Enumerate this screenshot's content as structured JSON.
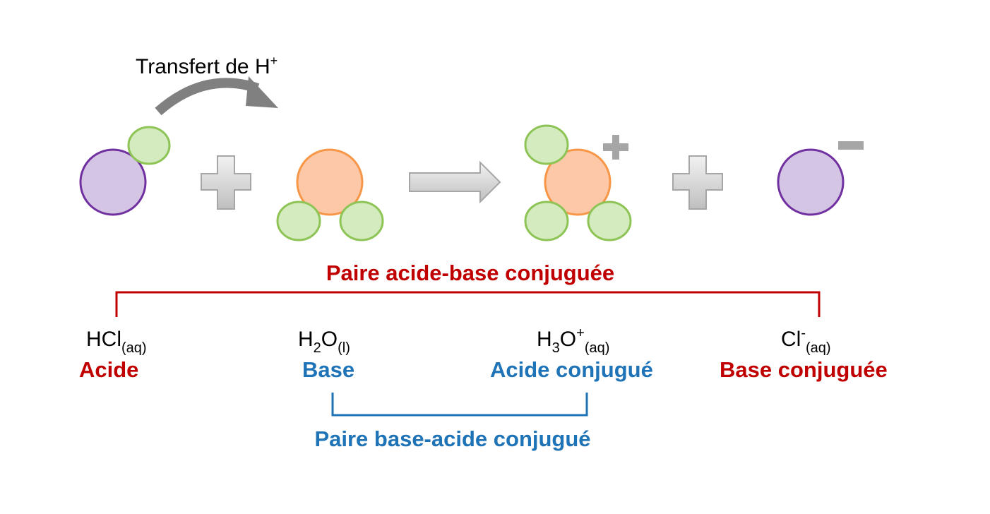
{
  "transfer": {
    "text": "Transfert de H",
    "sup": "+"
  },
  "charges": {
    "cation": "+",
    "anion": "−"
  },
  "pairs": {
    "acid_base": "Paire acide-base conjuguée",
    "base_acid": "Paire base-acide conjugué"
  },
  "species": {
    "hcl": {
      "formula": "HCl",
      "state": "(aq)",
      "role": "Acide"
    },
    "h2o": {
      "part1": "H",
      "sub": "2",
      "part2": "O",
      "state": "(l)",
      "role": "Base"
    },
    "h3o": {
      "part1": "H",
      "sub": "3",
      "part2": "O",
      "sup": "+",
      "state": "(aq)",
      "role": "Acide conjugué"
    },
    "cl": {
      "formula": "Cl",
      "sup": "-",
      "state": "(aq)",
      "role": "Base conjuguée"
    }
  },
  "colors": {
    "red": "#c00000",
    "blue": "#1f73b7",
    "purple_fill": "#d4c5e5",
    "purple_stroke": "#7030a0",
    "green_fill": "#d3ebbf",
    "green_stroke": "#8dc455",
    "orange_fill": "#fdc8a8",
    "orange_stroke": "#f79646",
    "gray_fill": "#d9d9d9",
    "gray_stroke": "#a6a6a6",
    "arrow_gray": "#808080"
  }
}
